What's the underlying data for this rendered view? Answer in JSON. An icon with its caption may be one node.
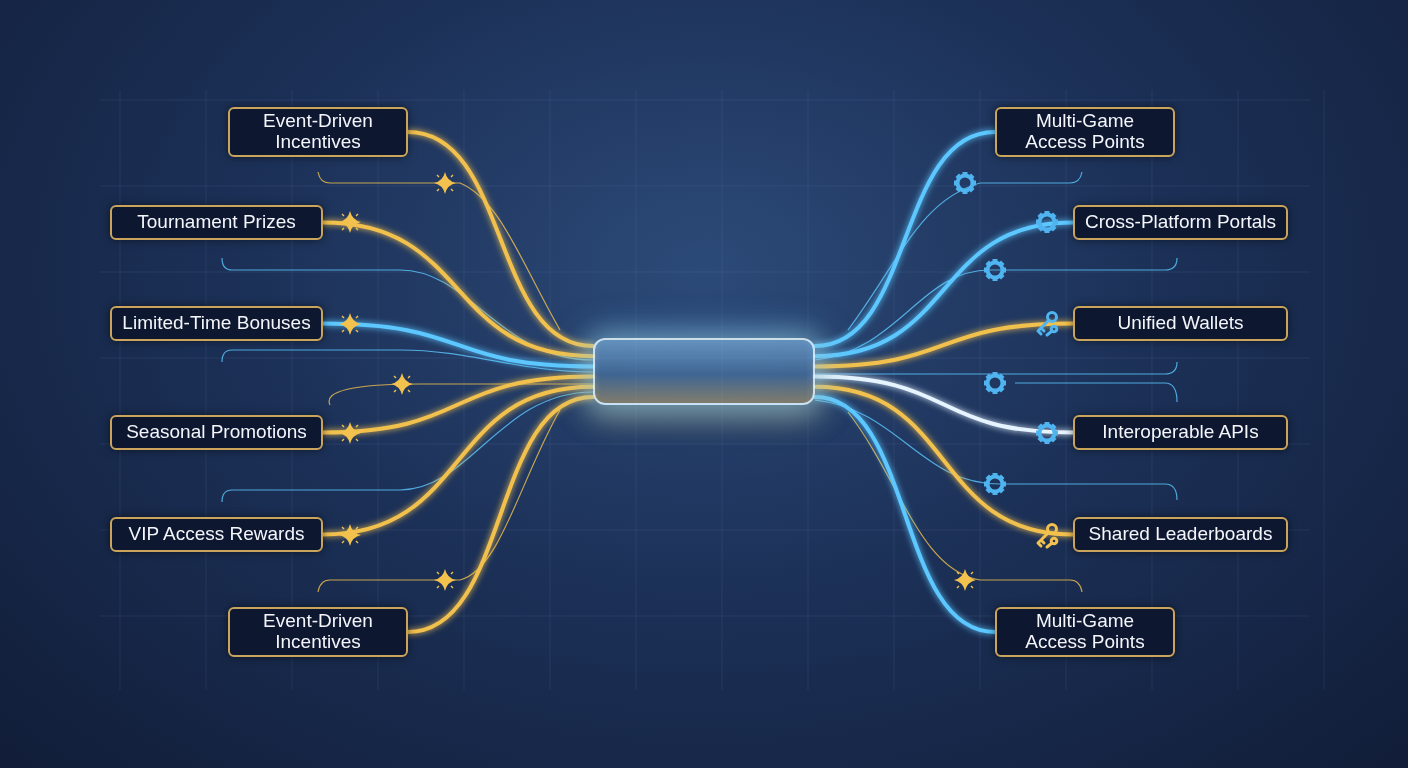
{
  "diagram": {
    "nodes": [
      {
        "text": [
          "Event-Driven Incentives"
        ]
      },
      {
        "text": [
          "Tournament Prizes"
        ]
      },
      {
        "text": [
          "Limited-Time Bonuses"
        ]
      },
      {
        "text": [
          "Seasonal Promotions"
        ]
      },
      {
        "text": [
          "VIP Access Rewards"
        ]
      },
      {
        "text": [
          "Event-Driven Incentives"
        ]
      },
      {
        "text": [],
        "shape": "box"
      },
      {
        "text": [
          "Multi-Game Access Points"
        ]
      },
      {
        "text": [
          "Cross-Platform Portals"
        ]
      },
      {
        "text": [
          "Unified Wallets"
        ]
      },
      {
        "text": [
          "Interoperable APIs"
        ]
      },
      {
        "text": [
          "Shared Leaderboards"
        ]
      },
      {
        "text": [
          "Multi-Game Access Points"
        ]
      }
    ],
    "edges": [
      {
        "from": 6,
        "to": 0,
        "arrow": "none"
      },
      {
        "from": 6,
        "to": 1,
        "arrow": "none"
      },
      {
        "from": 6,
        "to": 2,
        "arrow": "none",
        "color": "#5cc8ff"
      },
      {
        "from": 6,
        "to": 3,
        "arrow": "none"
      },
      {
        "from": 6,
        "to": 4,
        "arrow": "none"
      },
      {
        "from": 6,
        "to": 5,
        "arrow": "none"
      },
      {
        "from": 6,
        "to": 7,
        "arrow": "none",
        "color": "#5cc8ff"
      },
      {
        "from": 6,
        "to": 8,
        "arrow": "none",
        "color": "#5cc8ff"
      },
      {
        "from": 6,
        "to": 9,
        "arrow": "none"
      },
      {
        "from": 6,
        "to": 10,
        "arrow": "none",
        "color": "#e6f4ff"
      },
      {
        "from": 6,
        "to": 11,
        "arrow": "none"
      },
      {
        "from": 6,
        "to": 12,
        "arrow": "none",
        "color": "#5cc8ff"
      }
    ]
  }
}
